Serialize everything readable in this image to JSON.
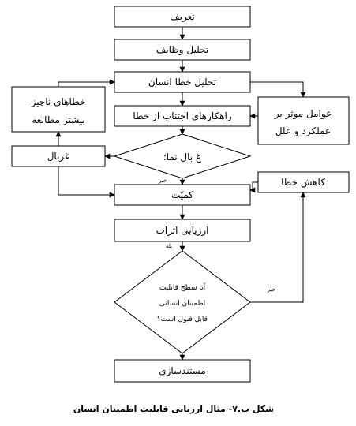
{
  "diagram": {
    "nodes": {
      "definition": "تعریف",
      "task_analysis": "تحلیل وظایف",
      "error_analysis": "تحلیل خطا انسان",
      "avoidance": "راهکارهای اجتناب از خطا",
      "factors_line1": "عوامل موثر بر",
      "factors_line2": "عملکرد و علل",
      "minor_line1": "خطاهای ناچیز",
      "minor_line2": "بیشتر مطالعه",
      "screening": "غربال",
      "decision1": "غ بال نما؛",
      "reduction": "کاهش خطا",
      "quantify": "کمیّت",
      "assess": "ارزیابی اثرات",
      "decision2_line1": "آیا سطح قابلیت",
      "decision2_line2": "اطمینان انسانی",
      "decision2_line3": "قابل قبول است؟",
      "documentation": "مستندسازی"
    },
    "edge_labels": {
      "no1": "خیر",
      "yes": "بله",
      "no2": "خیر"
    }
  },
  "caption": "شکل ب.۷- مثال ارزیابی قابلیت اطمینان انسان"
}
